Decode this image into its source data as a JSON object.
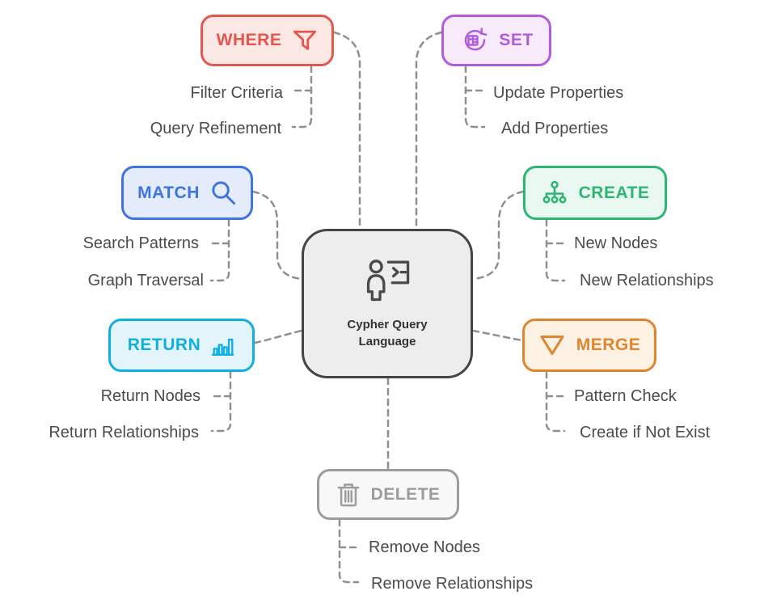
{
  "center": {
    "title": "Cypher Query Language",
    "icon": "person-terminal-icon",
    "border_color": "#454545",
    "fill_color": "#EDEDED"
  },
  "connectors": {
    "color": "#8F8F8F",
    "style": "dashed"
  },
  "side_label_color": "#4B4B4B",
  "branches": {
    "where": {
      "label": "WHERE",
      "icon": "funnel-icon",
      "border": "#E4574E",
      "fill": "#FBE7E4",
      "items": [
        "Filter Criteria",
        "Query Refinement"
      ]
    },
    "set": {
      "label": "SET",
      "icon": "update-cycle-icon",
      "border": "#B15CDC",
      "fill": "#F7EAFB",
      "items": [
        "Update Properties",
        "Add Properties"
      ]
    },
    "match": {
      "label": "MATCH",
      "icon": "magnifier-icon",
      "border": "#3E74DE",
      "fill": "#E4ECFB",
      "items": [
        "Search Patterns",
        "Graph Traversal"
      ]
    },
    "create": {
      "label": "CREATE",
      "icon": "org-tree-icon",
      "border": "#2FB573",
      "fill": "#E9F8F0",
      "items": [
        "New Nodes",
        "New Relationships"
      ]
    },
    "return": {
      "label": "RETURN",
      "icon": "bar-chart-icon",
      "border": "#0FAFE2",
      "fill": "#E3F5FB",
      "items": [
        "Return Nodes",
        "Return Relationships"
      ]
    },
    "merge": {
      "label": "MERGE",
      "icon": "triangle-icon",
      "border": "#DE862F",
      "fill": "#FCF1E3",
      "items": [
        "Pattern Check",
        "Create if Not Exist"
      ]
    },
    "delete": {
      "label": "DELETE",
      "icon": "trash-icon",
      "border": "#9C9C9C",
      "fill": "#F8F8F8",
      "items": [
        "Remove Nodes",
        "Remove Relationships"
      ]
    }
  }
}
